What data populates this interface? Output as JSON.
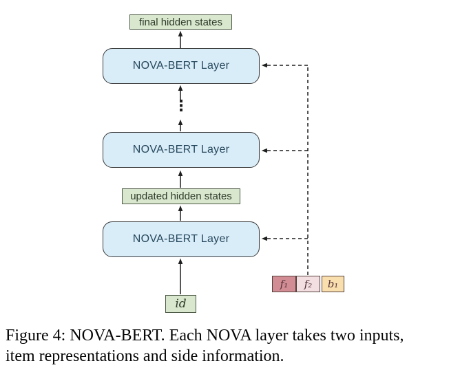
{
  "diagram": {
    "output_box": {
      "label": "final hidden states"
    },
    "layers": [
      {
        "label": "NOVA-BERT Layer"
      },
      {
        "label": "NOVA-BERT Layer"
      },
      {
        "label": "NOVA-BERT Layer"
      }
    ],
    "updated_box": {
      "label": "updated hidden states"
    },
    "input_box": {
      "label": "id"
    },
    "side_inputs": [
      {
        "label": "f₁",
        "fill": "#d18c94"
      },
      {
        "label": "f₂",
        "fill": "#f3dfe2"
      },
      {
        "label": "b₁",
        "fill": "#fadfae"
      }
    ],
    "ellipsis": "⋮"
  },
  "caption": {
    "lines": [
      "Figure 4: NOVA-BERT. Each NOVA layer takes two inputs,",
      "item representations and side information."
    ]
  },
  "colors": {
    "layer_fill": "#d9edf8",
    "layer_border": "#3a3a3a",
    "state_fill": "#d9e7cf",
    "state_border": "#4b5844",
    "arrow": "#1f1f1f"
  }
}
